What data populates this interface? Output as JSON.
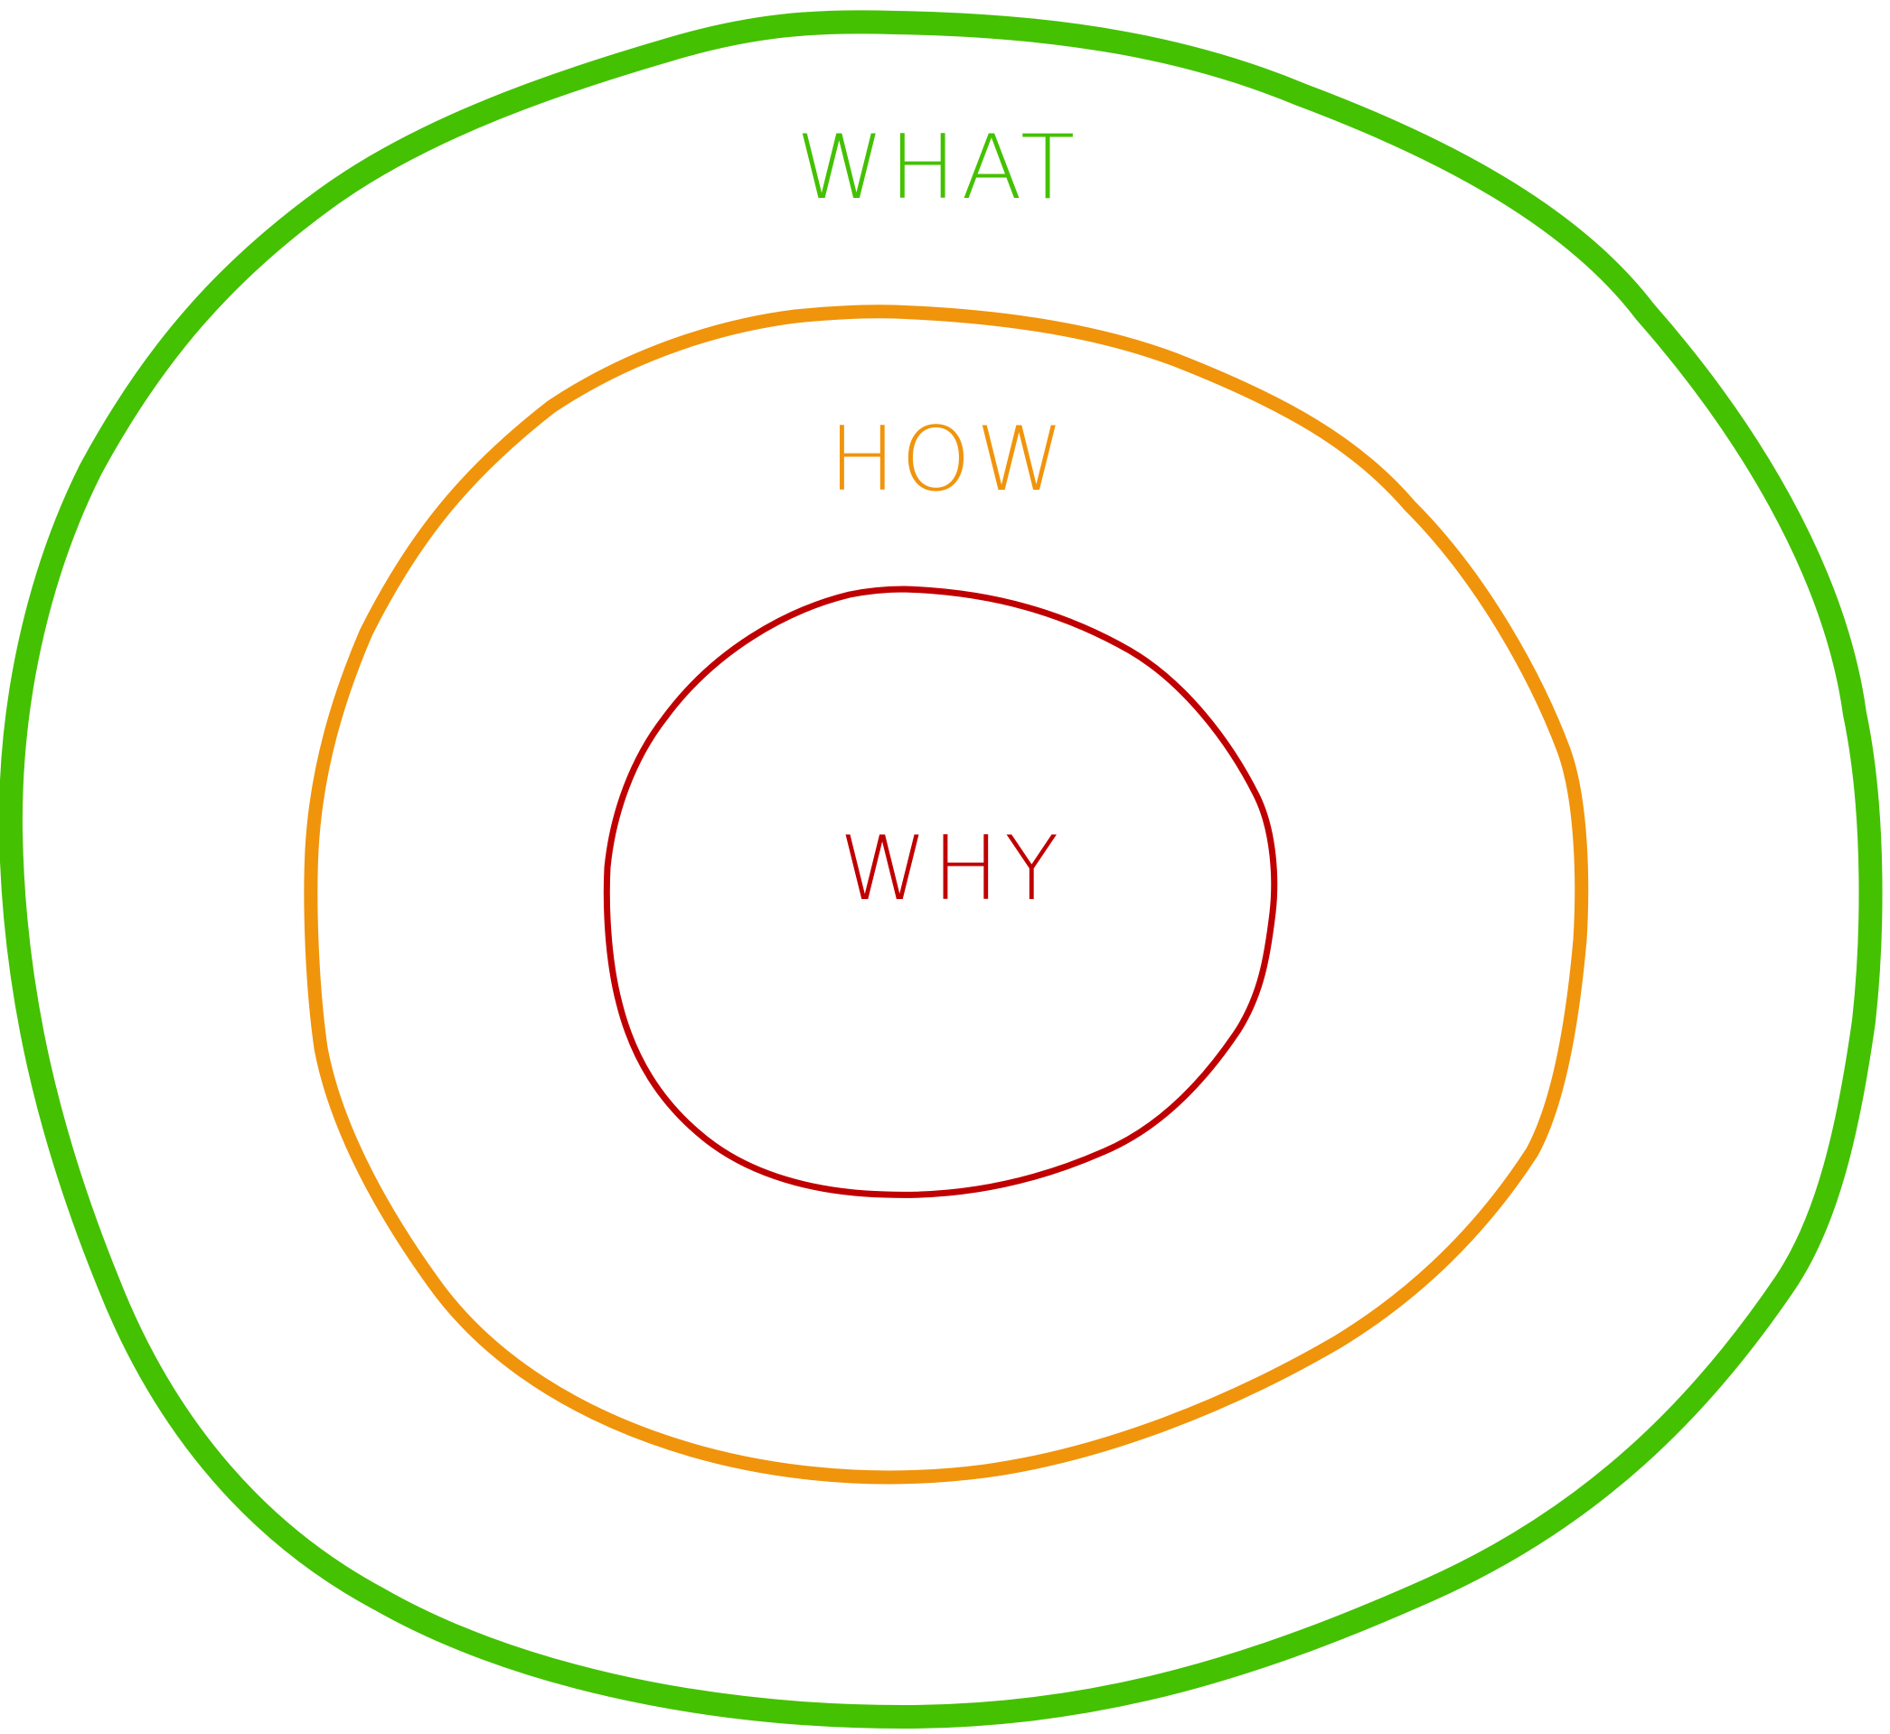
{
  "diagram": {
    "type": "concentric-circles",
    "rings": [
      {
        "key": "outer",
        "label": "WHAT",
        "color": "#44c100"
      },
      {
        "key": "middle",
        "label": "HOW",
        "color": "#f0940b"
      },
      {
        "key": "inner",
        "label": "WHY",
        "color": "#c00000"
      }
    ]
  }
}
